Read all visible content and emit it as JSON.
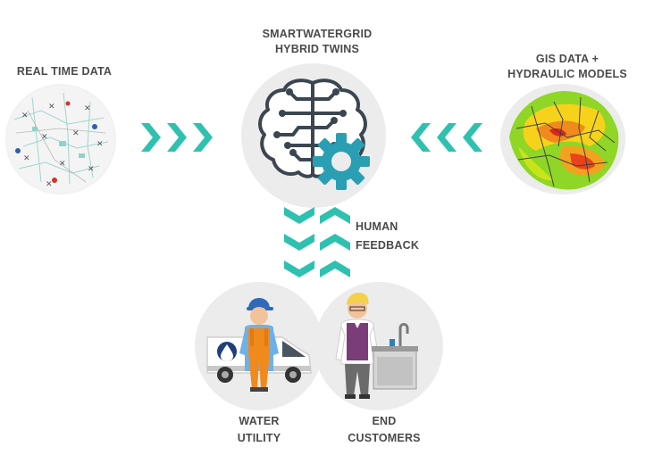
{
  "nodes": {
    "real_time": {
      "label": "REAL TIME DATA"
    },
    "twins": {
      "line1": "SMARTWATERGRID",
      "line2": "HYBRID TWINS"
    },
    "gis": {
      "line1": "GIS DATA +",
      "line2": "HYDRAULIC MODELS"
    },
    "feedback": {
      "line1": "HUMAN",
      "line2": "FEEDBACK"
    },
    "utility": {
      "line1": "WATER",
      "line2": "UTILITY"
    },
    "customers": {
      "line1": "END",
      "line2": "CUSTOMERS"
    }
  },
  "colors": {
    "accent": "#2fc1b0",
    "brain_stroke": "#3b4650",
    "gear": "#2a9fb4",
    "label_text": "#4a4a4a",
    "circle_bg": "#ececec"
  },
  "icons": [
    "brain-icon",
    "gear-icon",
    "van-icon",
    "water-drop-icon",
    "worker-icon",
    "customer-icon",
    "sink-icon",
    "map-icon",
    "heatmap-icon"
  ]
}
